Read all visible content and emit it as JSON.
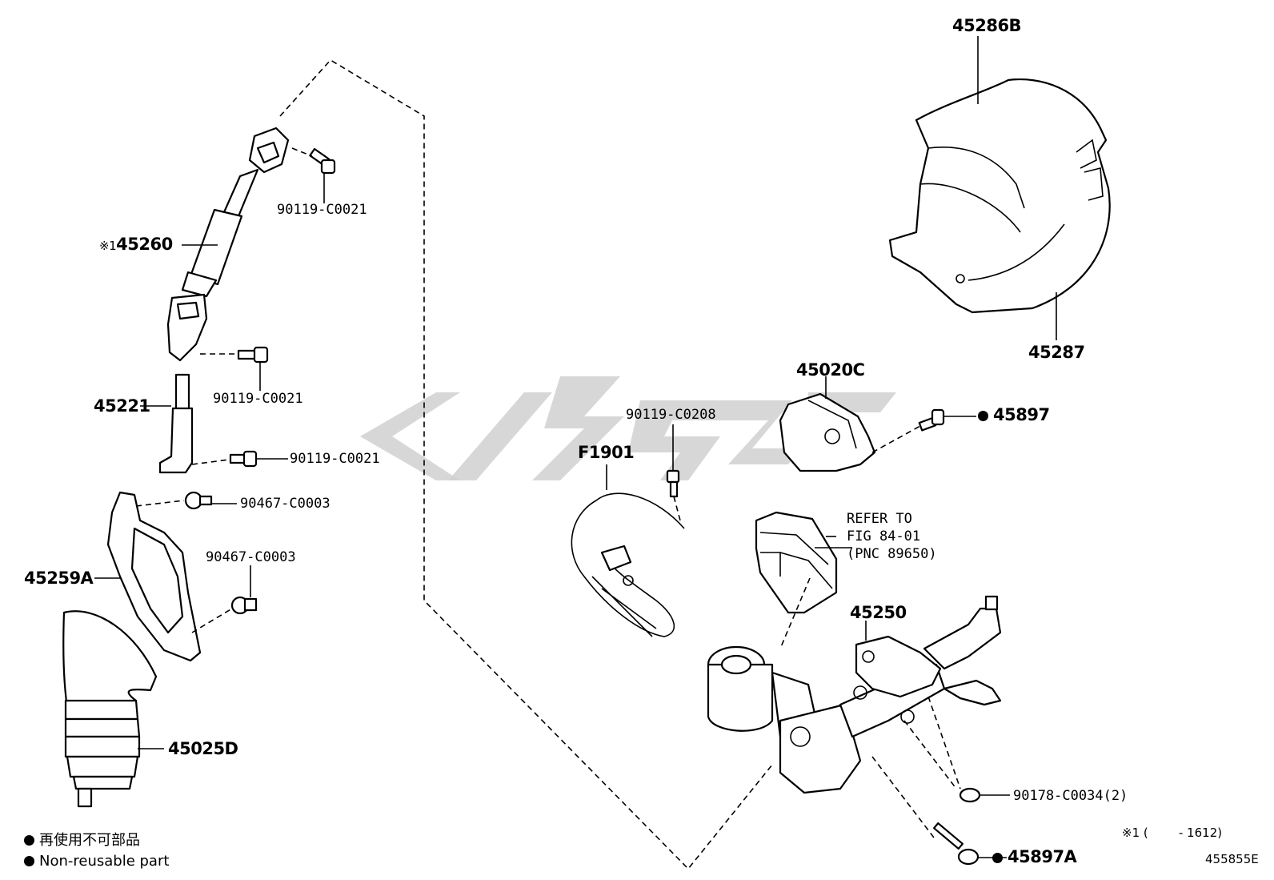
{
  "diagram": {
    "parts": {
      "p45286B": "45286B",
      "p45287": "45287",
      "p45260": "45260",
      "p45260_mark": "※1",
      "p90119_1": "90119-C0021",
      "p90119_2": "90119-C0021",
      "p90119_3": "90119-C0021",
      "p45221": "45221",
      "p90467_1": "90467-C0003",
      "p90467_2": "90467-C0003",
      "p45259A": "45259A",
      "p45025D": "45025D",
      "p45020C": "45020C",
      "p45897": "45897",
      "p90119_C0208": "90119-C0208",
      "pF1901": "F1901",
      "p45250": "45250",
      "p90178": "90178-C0034(2)",
      "p45897A": "45897A"
    },
    "refer": {
      "line1": "REFER TO",
      "line2": "FIG 84-01",
      "line3": "(PNC 89650)"
    },
    "legend": {
      "jp": "再使用不可部品",
      "en": "Non-reusable part"
    },
    "note": "※1 (        - 1612)",
    "figure_code": "455855E"
  }
}
